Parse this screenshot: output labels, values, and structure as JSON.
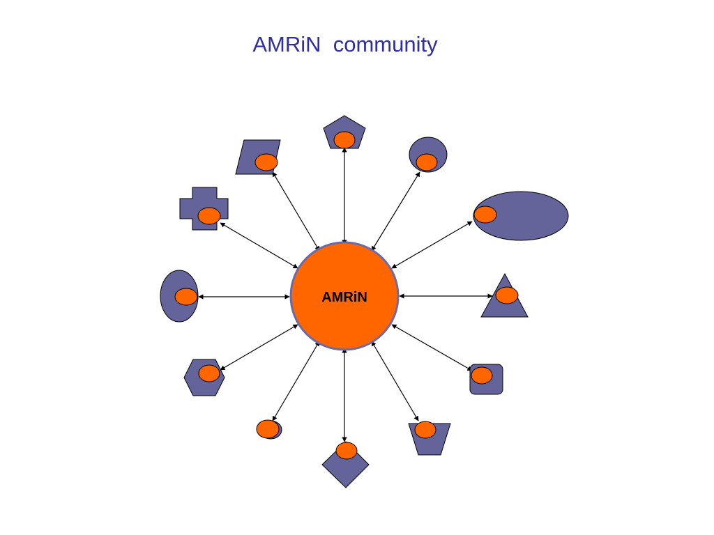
{
  "slide": {
    "title": "AMRiN  community"
  },
  "colors": {
    "title": "#2E2E9E",
    "member_shape_fill": "#64649A",
    "node_fill": "#FF6600",
    "stroke": "#000000",
    "hub_outline": "#6A6AA8",
    "connector": "#000000"
  },
  "hub": {
    "label": "AMRiN"
  },
  "members": [
    {
      "id": "pentagon-member",
      "shape": "pentagon"
    },
    {
      "id": "circle-member",
      "shape": "circle"
    },
    {
      "id": "wide-ellipse-member",
      "shape": "ellipse"
    },
    {
      "id": "triangle-member",
      "shape": "triangle"
    },
    {
      "id": "rounded-square-member",
      "shape": "rounded-square"
    },
    {
      "id": "trapezoid-member",
      "shape": "trapezoid"
    },
    {
      "id": "diamond-member",
      "shape": "diamond"
    },
    {
      "id": "small-ellipse-member",
      "shape": "ellipse"
    },
    {
      "id": "hexagon-member",
      "shape": "hexagon"
    },
    {
      "id": "tall-ellipse-member",
      "shape": "ellipse"
    },
    {
      "id": "cross-member",
      "shape": "cross"
    },
    {
      "id": "parallelogram-member",
      "shape": "parallelogram"
    }
  ],
  "connections": {
    "style": "bidirectional-arrow",
    "count": 12
  }
}
